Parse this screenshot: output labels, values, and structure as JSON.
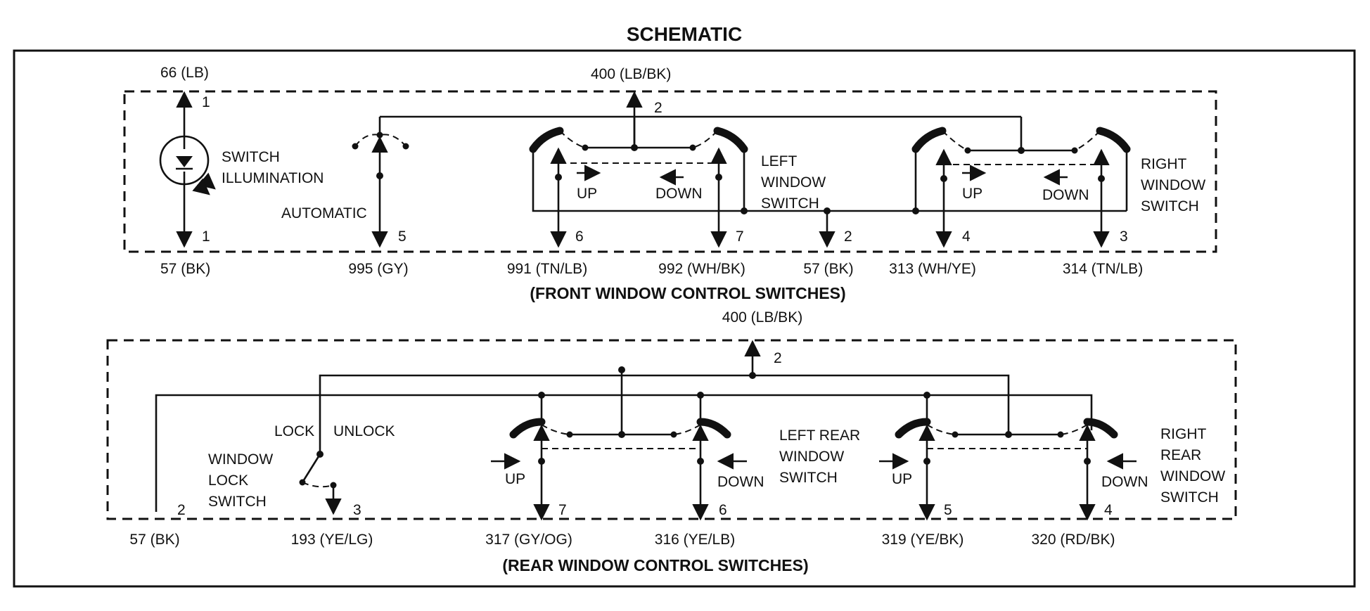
{
  "title": "SCHEMATIC",
  "front": {
    "caption": "(FRONT WINDOW CONTROL SWITCHES)",
    "top_wire": "400 (LB/BK)",
    "top_pin": "2",
    "illum": {
      "wire_top": "66 (LB)",
      "pin_top": "1",
      "label_1": "SWITCH",
      "label_2": "ILLUMINATION",
      "pin_bottom": "1",
      "wire_bottom": "57 (BK)"
    },
    "automatic": {
      "label": "AUTOMATIC",
      "pin": "5",
      "wire": "995 (GY)"
    },
    "left_switch": {
      "label_1": "LEFT",
      "label_2": "WINDOW",
      "label_3": "SWITCH",
      "up": "UP",
      "down": "DOWN",
      "pin_up": "6",
      "wire_up": "991 (TN/LB)",
      "pin_down": "7",
      "wire_down": "992 (WH/BK)"
    },
    "ground": {
      "pin": "2",
      "wire": "57 (BK)"
    },
    "right_switch": {
      "label_1": "RIGHT",
      "label_2": "WINDOW",
      "label_3": "SWITCH",
      "up": "UP",
      "down": "DOWN",
      "pin_up": "4",
      "wire_up": "313 (WH/YE)",
      "pin_down": "3",
      "wire_down": "314 (TN/LB)"
    }
  },
  "rear": {
    "caption": "(REAR WINDOW CONTROL SWITCHES)",
    "top_wire": "400 (LB/BK)",
    "top_pin": "2",
    "ground": {
      "pin": "2",
      "wire": "57 (BK)"
    },
    "lock_switch": {
      "lock": "LOCK",
      "unlock": "UNLOCK",
      "label_1": "WINDOW",
      "label_2": "LOCK",
      "label_3": "SWITCH",
      "pin": "3",
      "wire": "193 (YE/LG)"
    },
    "left_switch": {
      "label_1": "LEFT REAR",
      "label_2": "WINDOW",
      "label_3": "SWITCH",
      "up": "UP",
      "down": "DOWN",
      "pin_up": "7",
      "wire_up": "317 (GY/OG)",
      "pin_down": "6",
      "wire_down": "316 (YE/LB)"
    },
    "right_switch": {
      "label_1": "RIGHT",
      "label_2": "REAR",
      "label_3": "WINDOW",
      "label_4": "SWITCH",
      "up": "UP",
      "down": "DOWN",
      "pin_up": "5",
      "wire_up": "319 (YE/BK)",
      "pin_down": "4",
      "wire_down": "320 (RD/BK)"
    }
  }
}
